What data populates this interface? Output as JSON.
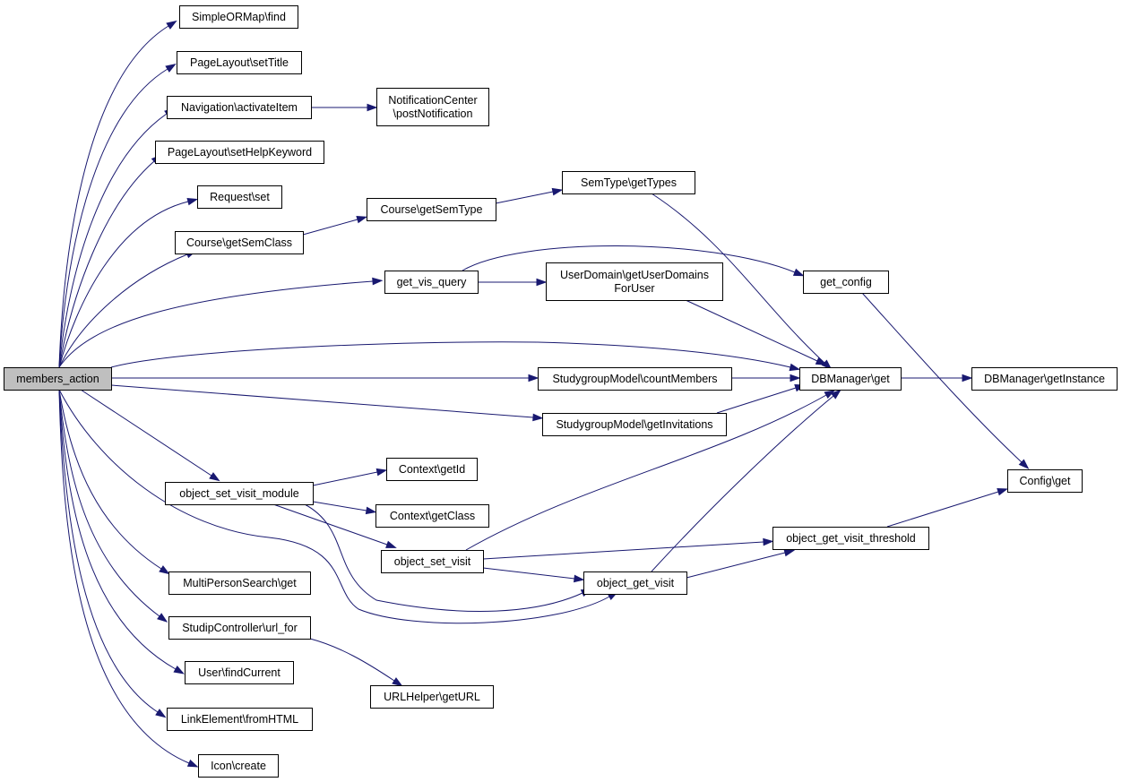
{
  "diagram": {
    "colors": {
      "edge": "#191970",
      "root_fill": "#bfbfbf",
      "node_fill": "#ffffff",
      "border": "#000000"
    },
    "nodes": [
      {
        "id": "members_action",
        "lines": [
          "members_action"
        ],
        "root": true
      },
      {
        "id": "simpleormap_find",
        "lines": [
          "SimpleORMap\\find"
        ]
      },
      {
        "id": "pagelayout_settitle",
        "lines": [
          "PageLayout\\setTitle"
        ]
      },
      {
        "id": "navigation_activateitem",
        "lines": [
          "Navigation\\activateItem"
        ]
      },
      {
        "id": "notificationcenter_postnotification",
        "lines": [
          "NotificationCenter",
          "\\postNotification"
        ]
      },
      {
        "id": "pagelayout_sethelpkeyword",
        "lines": [
          "PageLayout\\setHelpKeyword"
        ]
      },
      {
        "id": "request_set",
        "lines": [
          "Request\\set"
        ]
      },
      {
        "id": "course_getsemclass",
        "lines": [
          "Course\\getSemClass"
        ]
      },
      {
        "id": "course_getsemtype",
        "lines": [
          "Course\\getSemType"
        ]
      },
      {
        "id": "semtype_gettypes",
        "lines": [
          "SemType\\getTypes"
        ]
      },
      {
        "id": "get_vis_query",
        "lines": [
          "get_vis_query"
        ]
      },
      {
        "id": "userdomain_getuserdomainsforuser",
        "lines": [
          "UserDomain\\getUserDomains",
          "ForUser"
        ]
      },
      {
        "id": "get_config",
        "lines": [
          "get_config"
        ]
      },
      {
        "id": "studygroupmodel_countmembers",
        "lines": [
          "StudygroupModel\\countMembers"
        ]
      },
      {
        "id": "studygroupmodel_getinvitations",
        "lines": [
          "StudygroupModel\\getInvitations"
        ]
      },
      {
        "id": "dbmanager_get",
        "lines": [
          "DBManager\\get"
        ]
      },
      {
        "id": "dbmanager_getinstance",
        "lines": [
          "DBManager\\getInstance"
        ]
      },
      {
        "id": "config_get",
        "lines": [
          "Config\\get"
        ]
      },
      {
        "id": "object_set_visit_module",
        "lines": [
          "object_set_visit_module"
        ]
      },
      {
        "id": "context_getid",
        "lines": [
          "Context\\getId"
        ]
      },
      {
        "id": "context_getclass",
        "lines": [
          "Context\\getClass"
        ]
      },
      {
        "id": "object_set_visit",
        "lines": [
          "object_set_visit"
        ]
      },
      {
        "id": "object_get_visit",
        "lines": [
          "object_get_visit"
        ]
      },
      {
        "id": "object_get_visit_threshold",
        "lines": [
          "object_get_visit_threshold"
        ]
      },
      {
        "id": "multipersonsearch_get",
        "lines": [
          "MultiPersonSearch\\get"
        ]
      },
      {
        "id": "studipcontroller_url_for",
        "lines": [
          "StudipController\\url_for"
        ]
      },
      {
        "id": "urlhelper_geturl",
        "lines": [
          "URLHelper\\getURL"
        ]
      },
      {
        "id": "user_findcurrent",
        "lines": [
          "User\\findCurrent"
        ]
      },
      {
        "id": "linkelement_fromhtml",
        "lines": [
          "LinkElement\\fromHTML"
        ]
      },
      {
        "id": "icon_create",
        "lines": [
          "Icon\\create"
        ]
      }
    ],
    "edges": [
      {
        "from": "members_action",
        "to": "simpleormap_find"
      },
      {
        "from": "members_action",
        "to": "pagelayout_settitle"
      },
      {
        "from": "members_action",
        "to": "navigation_activateitem"
      },
      {
        "from": "navigation_activateitem",
        "to": "notificationcenter_postnotification"
      },
      {
        "from": "members_action",
        "to": "pagelayout_sethelpkeyword"
      },
      {
        "from": "members_action",
        "to": "request_set"
      },
      {
        "from": "members_action",
        "to": "course_getsemclass"
      },
      {
        "from": "course_getsemclass",
        "to": "course_getsemtype"
      },
      {
        "from": "course_getsemtype",
        "to": "semtype_gettypes"
      },
      {
        "from": "semtype_gettypes",
        "to": "dbmanager_get"
      },
      {
        "from": "members_action",
        "to": "get_vis_query"
      },
      {
        "from": "get_vis_query",
        "to": "get_config"
      },
      {
        "from": "get_vis_query",
        "to": "userdomain_getuserdomainsforuser"
      },
      {
        "from": "userdomain_getuserdomainsforuser",
        "to": "dbmanager_get"
      },
      {
        "from": "get_config",
        "to": "config_get"
      },
      {
        "from": "members_action",
        "to": "dbmanager_get"
      },
      {
        "from": "members_action",
        "to": "studygroupmodel_countmembers"
      },
      {
        "from": "studygroupmodel_countmembers",
        "to": "dbmanager_get"
      },
      {
        "from": "members_action",
        "to": "studygroupmodel_getinvitations"
      },
      {
        "from": "studygroupmodel_getinvitations",
        "to": "dbmanager_get"
      },
      {
        "from": "dbmanager_get",
        "to": "dbmanager_getinstance"
      },
      {
        "from": "members_action",
        "to": "object_set_visit_module"
      },
      {
        "from": "object_set_visit_module",
        "to": "context_getid"
      },
      {
        "from": "object_set_visit_module",
        "to": "context_getclass"
      },
      {
        "from": "object_set_visit_module",
        "to": "object_set_visit"
      },
      {
        "from": "object_set_visit_module",
        "to": "object_get_visit"
      },
      {
        "from": "object_set_visit",
        "to": "dbmanager_get"
      },
      {
        "from": "object_set_visit",
        "to": "object_get_visit_threshold"
      },
      {
        "from": "object_set_visit",
        "to": "object_get_visit"
      },
      {
        "from": "object_get_visit",
        "to": "dbmanager_get"
      },
      {
        "from": "object_get_visit",
        "to": "object_get_visit_threshold"
      },
      {
        "from": "object_get_visit_threshold",
        "to": "config_get"
      },
      {
        "from": "members_action",
        "to": "object_get_visit"
      },
      {
        "from": "members_action",
        "to": "multipersonsearch_get"
      },
      {
        "from": "members_action",
        "to": "studipcontroller_url_for"
      },
      {
        "from": "studipcontroller_url_for",
        "to": "urlhelper_geturl"
      },
      {
        "from": "members_action",
        "to": "user_findcurrent"
      },
      {
        "from": "members_action",
        "to": "linkelement_fromhtml"
      },
      {
        "from": "members_action",
        "to": "icon_create"
      }
    ]
  }
}
